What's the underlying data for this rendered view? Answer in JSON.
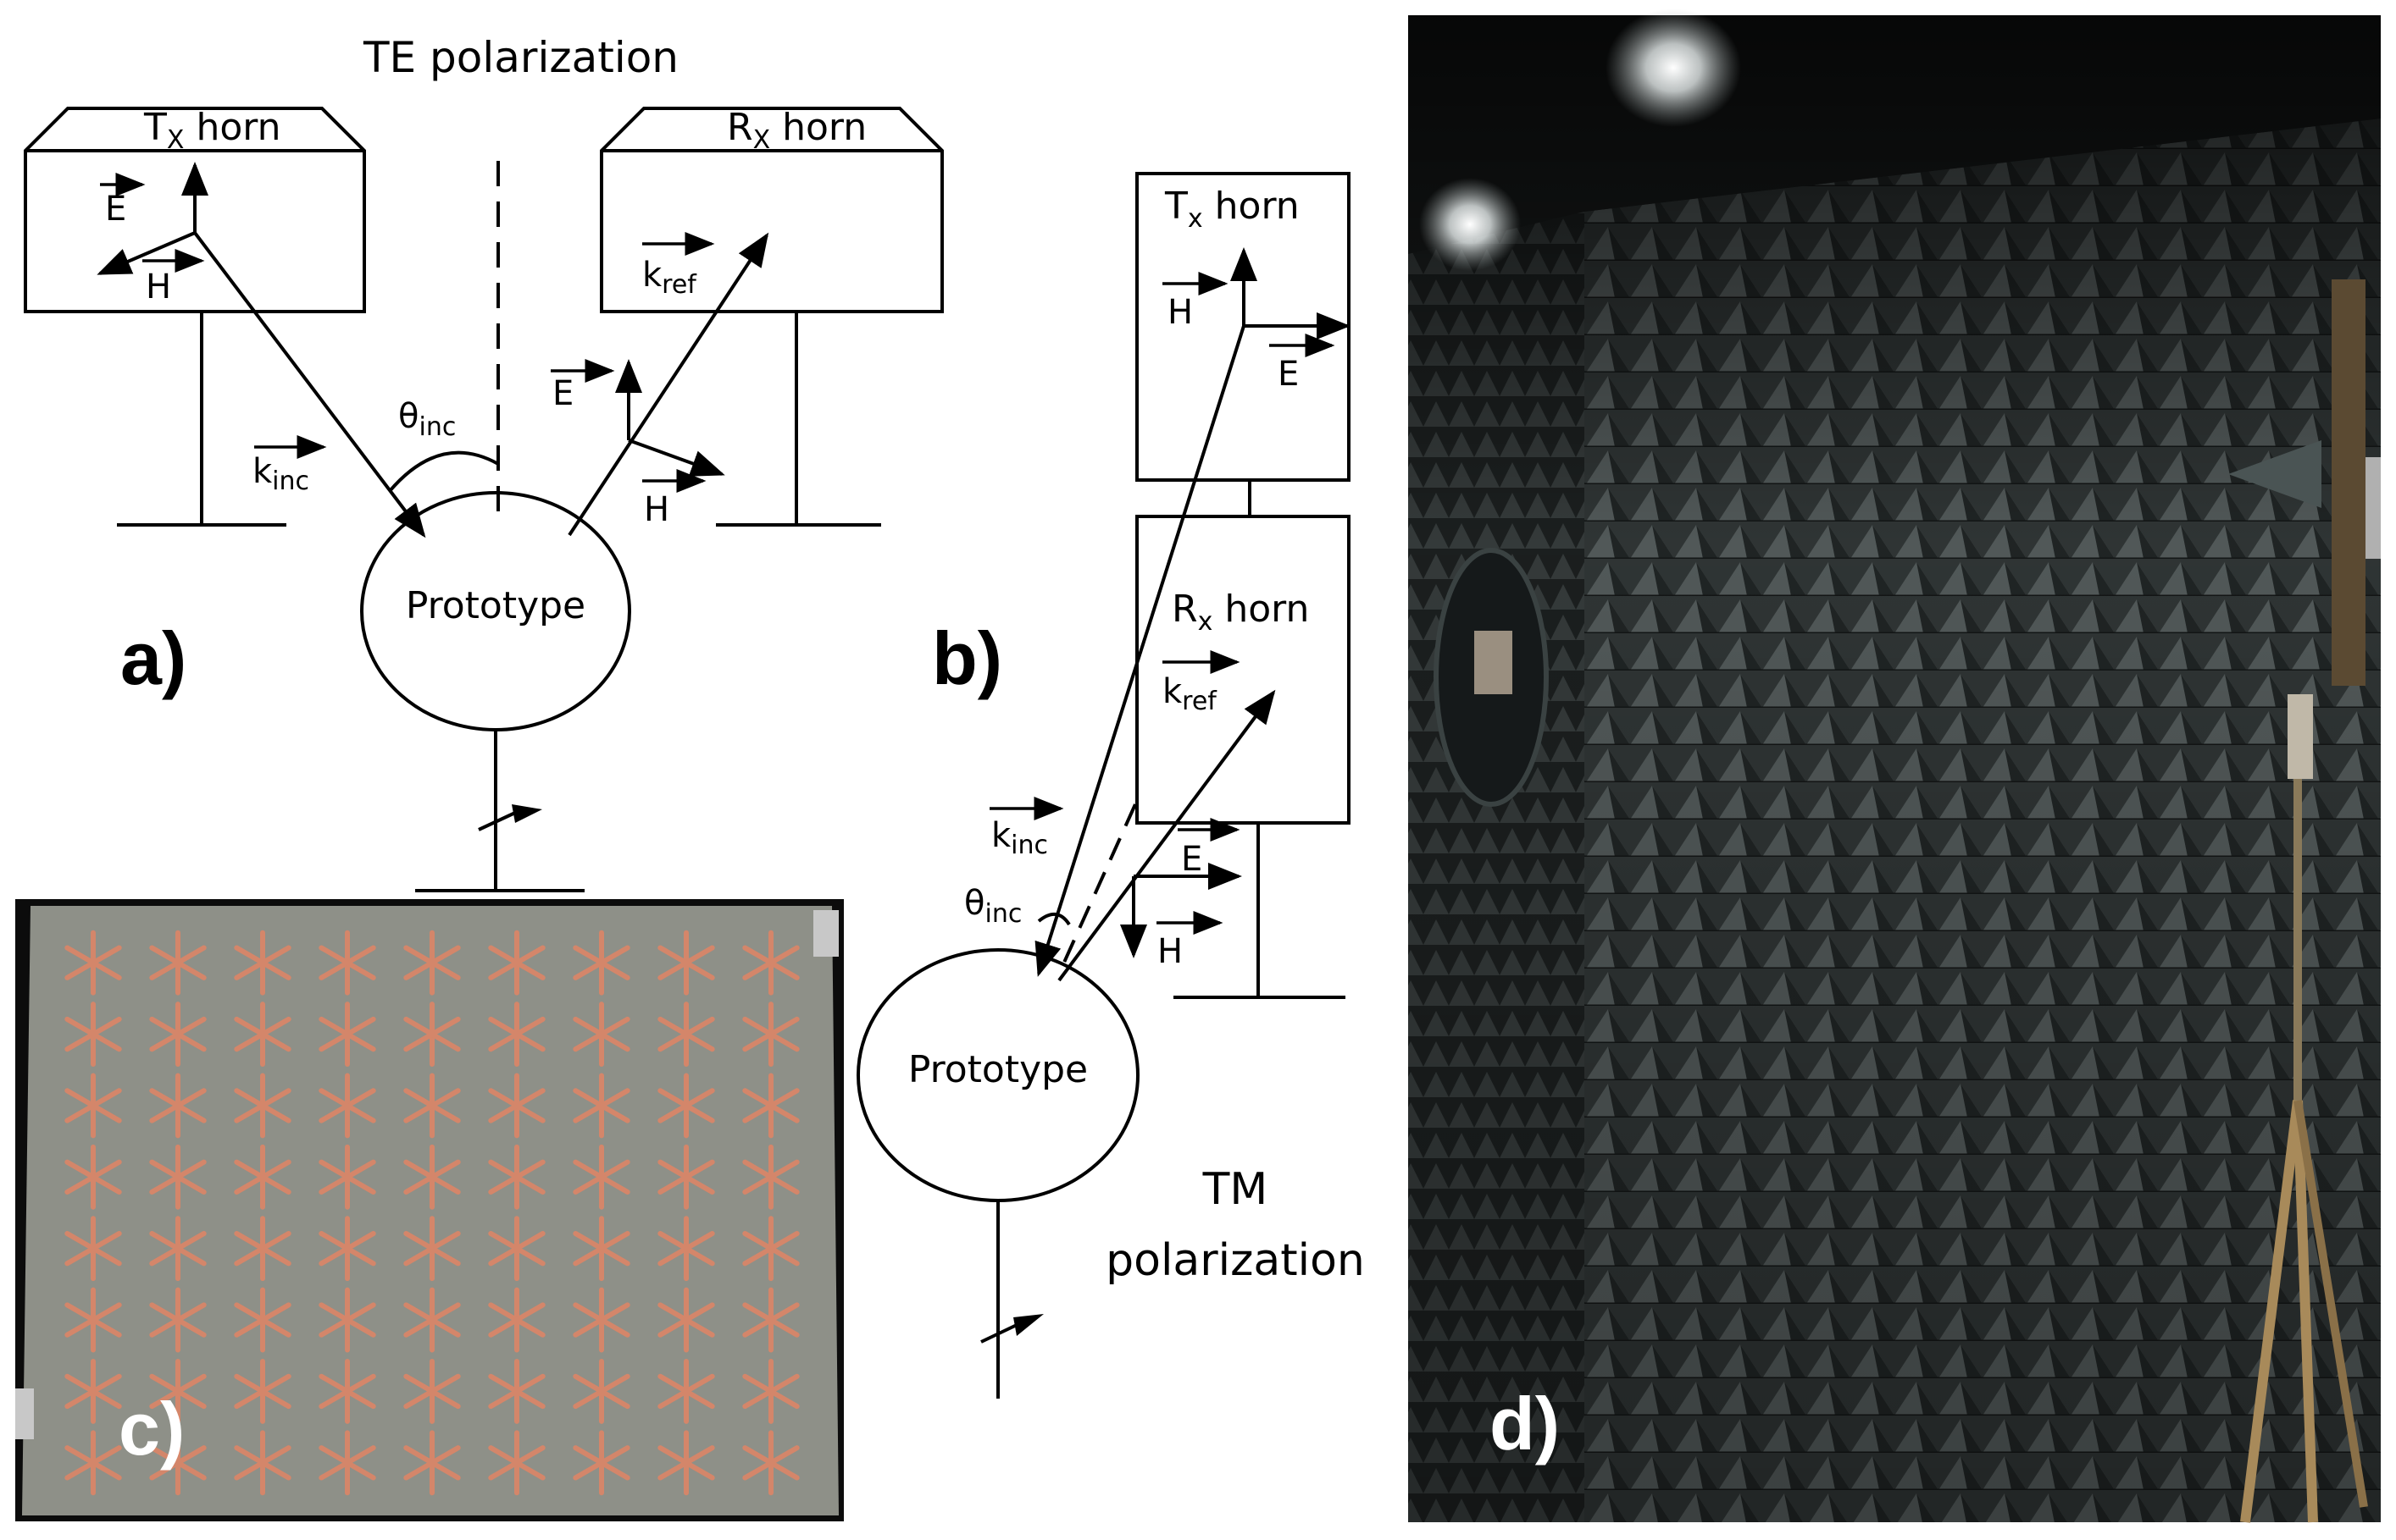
{
  "panel_a": {
    "label": "a)",
    "title": "TE polarization",
    "tx_horn": {
      "main": "T",
      "sub": "X",
      "rest": " horn"
    },
    "rx_horn": {
      "main": "R",
      "sub": "X",
      "rest": " horn"
    },
    "e_field": "E",
    "h_field": "H",
    "k_ref": {
      "main": "k",
      "sub": "ref"
    },
    "k_inc": {
      "main": "k",
      "sub": "inc"
    },
    "theta_inc": {
      "main": "θ",
      "sub": "inc"
    },
    "e_field_reflected": "E",
    "h_field_reflected": "H",
    "prototype": "Prototype"
  },
  "panel_b": {
    "label": "b)",
    "title_line1": "TM",
    "title_line2": "polarization",
    "tx_horn": {
      "main": "T",
      "sub": "x",
      "rest": " horn"
    },
    "rx_horn": {
      "main": "R",
      "sub": "x",
      "rest": " horn"
    },
    "h_field": "H",
    "e_field": "E",
    "k_ref": {
      "main": "k",
      "sub": "ref"
    },
    "k_inc": {
      "main": "k",
      "sub": "inc"
    },
    "theta_inc": {
      "main": "θ",
      "sub": "inc"
    },
    "e_field_reflected": "E",
    "h_field_reflected": "H",
    "prototype": "Prototype"
  },
  "panel_c": {
    "label": "c)",
    "grid_cols": 9,
    "grid_rows": 8
  },
  "panel_d": {
    "label": "d)"
  },
  "colors": {
    "stroke": "#000000",
    "prototype_board": "#8e9088",
    "copper_element": "#d4866a",
    "chamber_absorber": "#3c4242",
    "chamber_dark": "#1a1c1c"
  }
}
